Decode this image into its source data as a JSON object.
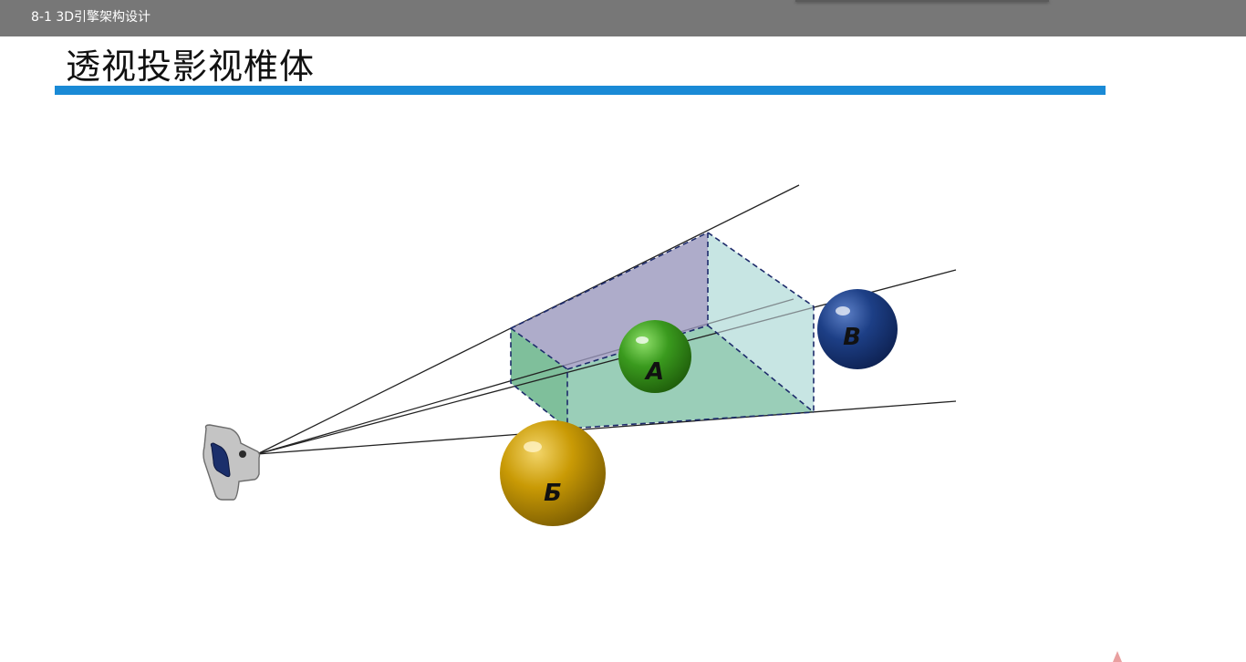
{
  "window": {
    "title": "8-1 3D引擎架构设计"
  },
  "slide": {
    "title": "透视投影视椎体"
  },
  "diagram": {
    "spheres": [
      {
        "label": "A",
        "color": "#3a9a1e"
      },
      {
        "label": "Б",
        "color": "#c99a05"
      },
      {
        "label": "B",
        "color": "#1d3f86"
      }
    ]
  },
  "colors": {
    "accent_rule": "#1a8ad6",
    "titlebar": "#777777"
  }
}
